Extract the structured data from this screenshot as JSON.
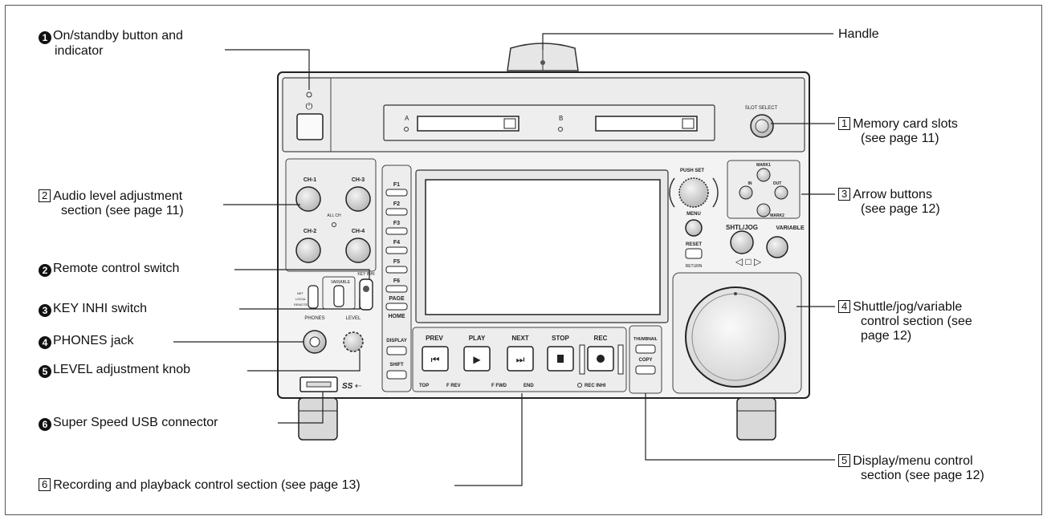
{
  "labels": {
    "on_standby": {
      "num": "1",
      "line1": "On/standby button and",
      "line2": "indicator"
    },
    "handle": "Handle",
    "memory_card": {
      "num": "1",
      "line1": "Memory card slots",
      "line2": "(see page 11)"
    },
    "audio_level": {
      "num": "2",
      "line1": "Audio level adjustment",
      "line2": "section (see page 11)"
    },
    "arrow_buttons": {
      "num": "3",
      "line1": "Arrow buttons",
      "line2": "(see page 12)"
    },
    "remote_control": {
      "num": "2",
      "text": "Remote control switch"
    },
    "key_inhi": {
      "num": "3",
      "text": "KEY INHI switch"
    },
    "phones": {
      "num": "4",
      "text": "PHONES jack"
    },
    "level_knob": {
      "num": "5",
      "text": "LEVEL adjustment knob"
    },
    "usb": {
      "num": "6",
      "text": "Super Speed USB connector"
    },
    "shuttle": {
      "num": "4",
      "line1": "Shuttle/jog/variable",
      "line2": "control section (see",
      "line3": "page 12)"
    },
    "display_menu": {
      "num": "5",
      "line1": "Display/menu control",
      "line2": "section (see page 12)"
    },
    "recording": {
      "num": "6",
      "text": "Recording and playback control section (see page 13)"
    }
  },
  "panel": {
    "slot_a": "A",
    "slot_b": "B",
    "slot_select": "SLOT SELECT",
    "ch1": "CH-1",
    "ch2": "CH-2",
    "ch3": "CH-3",
    "ch4": "CH-4",
    "all_ch": "ALL CH",
    "f1": "F1",
    "f2": "F2",
    "f3": "F3",
    "f4": "F4",
    "f5": "F5",
    "f6": "F6",
    "page": "PAGE",
    "home": "HOME",
    "push_set": "PUSH SET",
    "menu": "MENU",
    "reset": "RESET",
    "return_lbl": "RETURN",
    "mark1": "MARK1",
    "mark2": "MARK2",
    "in_lbl": "IN",
    "out_lbl": "OUT",
    "shtl_jog": "SHTL/JOG",
    "variable": "VARIABLE",
    "display": "DISPLAY",
    "shift": "SHIFT",
    "thumbnail": "THUMBNAIL",
    "copy": "COPY",
    "prev": "PREV",
    "play": "PLAY",
    "next": "NEXT",
    "stop": "STOP",
    "rec": "REC",
    "top": "TOP",
    "f_rev": "F REV",
    "f_fwd": "F FWD",
    "end": "END",
    "rec_inhi": "REC INHI",
    "phones": "PHONES",
    "level": "LEVEL",
    "key_inhi": "KEY INHI",
    "variable_sw": "VARIABLE",
    "net": "NET",
    "local": "LOCAL",
    "remote": "REMOTE",
    "ss": "SS"
  }
}
